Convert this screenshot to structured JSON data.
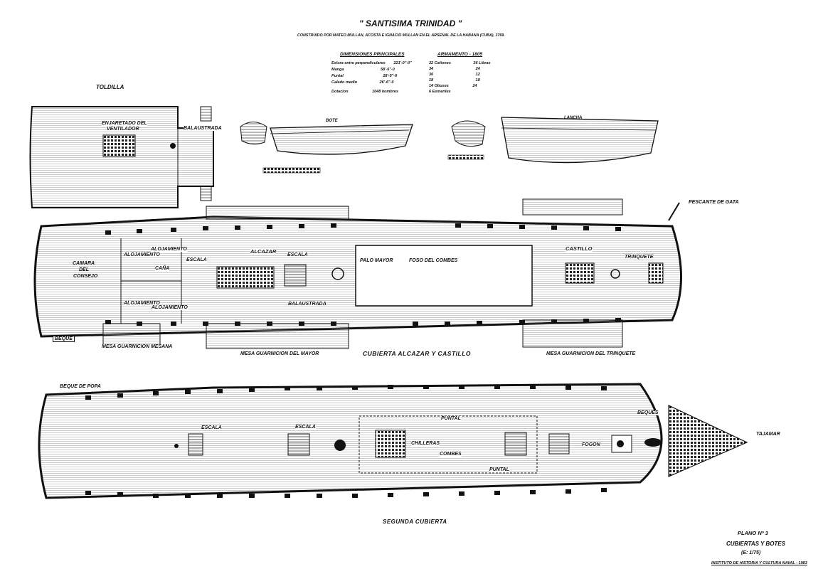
{
  "header": {
    "title": "\" SANTISIMA TRINIDAD \"",
    "subtitle": "CONSTRUIDO POR MATEO MULLAN, ACOSTA E IGNACIO MULLAN EN EL ARSENAL DE LA HABANA (CUBA), 1769."
  },
  "dimensions": {
    "heading": "DIMENSIONES PRINCIPALES",
    "rows": [
      {
        "label": "Eslora entre perpendiculares",
        "value": "221'-0\"-0\""
      },
      {
        "label": "Manga",
        "value": "58'-6\"-0"
      },
      {
        "label": "Puntal",
        "value": "28'-5\"-6"
      },
      {
        "label": "Calado medio",
        "value": "26'-6\"-0"
      },
      {
        "label": "Dotacion",
        "value": "1048 hombres"
      }
    ]
  },
  "armament": {
    "heading": "ARMAMENTO - 1805",
    "rows": [
      {
        "count": "32 Cañones",
        "calibre": "36 Libras"
      },
      {
        "count": "34",
        "calibre": "24"
      },
      {
        "count": "36",
        "calibre": "12"
      },
      {
        "count": "18",
        "calibre": "18"
      },
      {
        "count": "14 Obuses",
        "calibre": "24"
      },
      {
        "count": "6 Esmeriles",
        "calibre": ""
      }
    ]
  },
  "boats": {
    "bote": "BOTE",
    "lancha": "LANCHA"
  },
  "upper_deck": {
    "toldilla": "TOLDILLA",
    "enjaretado_1": "ENJARETADO DEL",
    "enjaretado_2": "VENTILADOR",
    "balaustrada": "BALAUSTRADA",
    "camara_1": "CAMARA",
    "camara_2": "DEL",
    "camara_3": "CONSEJO",
    "alojamiento": "ALOJAMIENTO",
    "cana": "CAÑA",
    "escala": "ESCALA",
    "alcazar": "ALCAZAR",
    "palo_mayor": "PALO MAYOR",
    "foso": "FOSO DEL COMBES",
    "castillo": "CASTILLO",
    "trinquete": "TRINQUETE",
    "pescante": "PESCANTE DE GATA",
    "beque": "BEQUE",
    "mesa_mesana": "MESA GUARNICION MESANA",
    "mesa_mayor": "MESA GUARNICION DEL MAYOR",
    "mesa_trinquete": "MESA GUARNICION DEL TRINQUETE",
    "caption": "CUBIERTA ALCAZAR Y CASTILLO"
  },
  "second_deck": {
    "beque_popa": "BEQUE DE POPA",
    "escala": "ESCALA",
    "puntal": "PUNTAL",
    "chilleras": "CHILLERAS",
    "combes": "COMBES",
    "fogon": "FOGON",
    "beques": "BEQUES",
    "tajamar": "TAJAMAR",
    "caption": "SEGUNDA CUBIERTA"
  },
  "footer": {
    "plano": "PLANO Nº 3",
    "name": "CUBIERTAS Y BOTES",
    "scale": "(E: 1/75)",
    "institute": "INSTITUTO DE HISTORIA Y CULTURA NAVAL - 1983"
  }
}
